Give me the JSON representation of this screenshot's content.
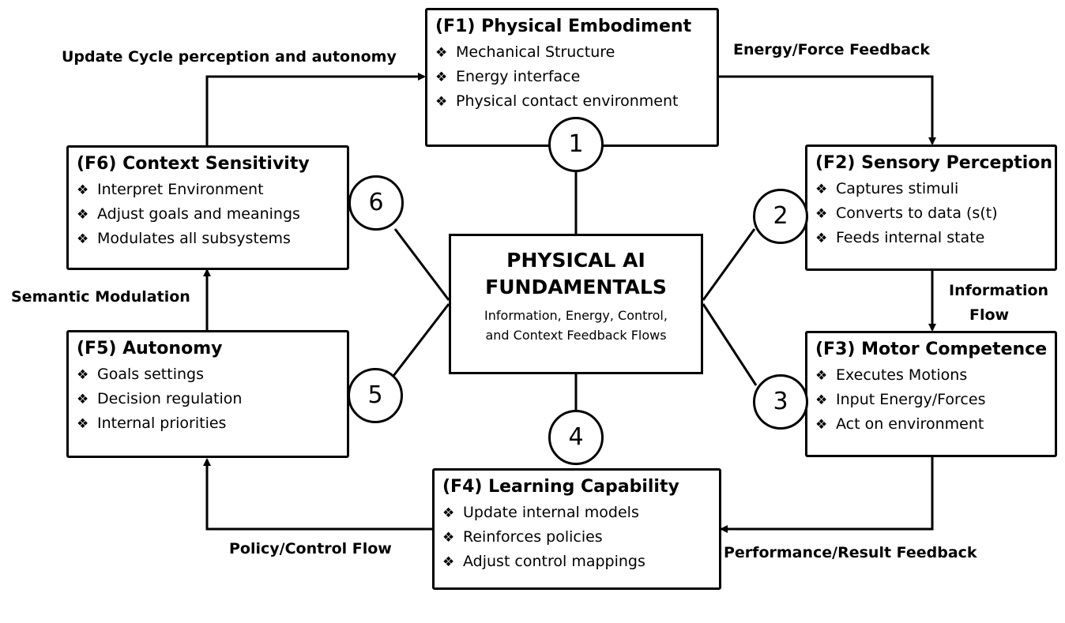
{
  "boxes": {
    "f1": {
      "title": "(F1) Physical Embodiment",
      "items": [
        "Mechanical Structure",
        "Energy interface",
        "Physical contact environment"
      ]
    },
    "f2": {
      "title": "(F2) Sensory Perception",
      "items": [
        "Captures stimuli",
        "Converts to data (s(t)",
        "Feeds internal state"
      ]
    },
    "f3": {
      "title": "(F3) Motor Competence",
      "items": [
        "Executes Motions",
        "Input Energy/Forces",
        "Act on environment"
      ]
    },
    "f4": {
      "title": "(F4) Learning Capability",
      "items": [
        "Update internal models",
        "Reinforces policies",
        "Adjust control mappings"
      ]
    },
    "f5": {
      "title": "(F5) Autonomy",
      "items": [
        "Goals settings",
        "Decision regulation",
        "Internal priorities"
      ]
    },
    "f6": {
      "title": "(F6) Context Sensitivity",
      "items": [
        "Interpret Environment",
        "Adjust goals and meanings",
        "Modulates all subsystems"
      ]
    }
  },
  "bullet_glyph": "❖",
  "center": {
    "line1": "PHYSICAL AI",
    "line2": "FUNDAMENTALS",
    "sub1": "Information, Energy, Control,",
    "sub2": "and Context Feedback Flows"
  },
  "circles": [
    "1",
    "2",
    "3",
    "4",
    "5",
    "6"
  ],
  "flows": {
    "update_cycle": "Update Cycle perception and autonomy",
    "energy_force": "Energy/Force Feedback",
    "information_flow_1": "Information",
    "information_flow_2": "Flow",
    "performance": "Performance/Result Feedback",
    "policy": "Policy/Control Flow",
    "semantic": "Semantic Modulation"
  }
}
